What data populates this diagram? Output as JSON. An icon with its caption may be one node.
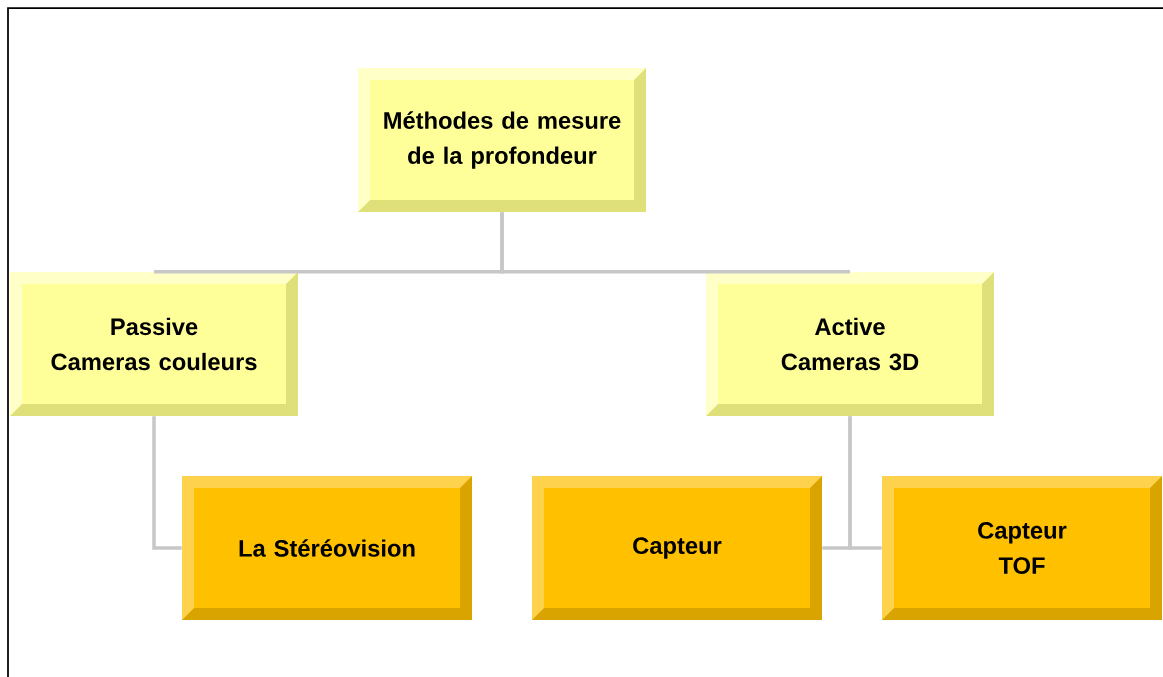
{
  "diagram": {
    "nodes": [
      {
        "text": [
          "Méthodes de mesure de la profondeur"
        ]
      },
      {
        "text": [
          "Passive",
          "Cameras couleurs"
        ]
      },
      {
        "text": [
          "Active",
          "Cameras 3D"
        ]
      },
      {
        "text": [
          "La Stéréovision"
        ]
      },
      {
        "text": [
          "Capteur"
        ]
      },
      {
        "text": [
          "Capteur",
          "TOF"
        ]
      }
    ],
    "edges": [
      {
        "from": 0,
        "to": 1,
        "arrow": "none"
      },
      {
        "from": 0,
        "to": 2,
        "arrow": "none"
      },
      {
        "from": 1,
        "to": 3,
        "arrow": "none"
      },
      {
        "from": 2,
        "to": 4,
        "arrow": "none"
      },
      {
        "from": 2,
        "to": 5,
        "arrow": "none"
      }
    ]
  }
}
